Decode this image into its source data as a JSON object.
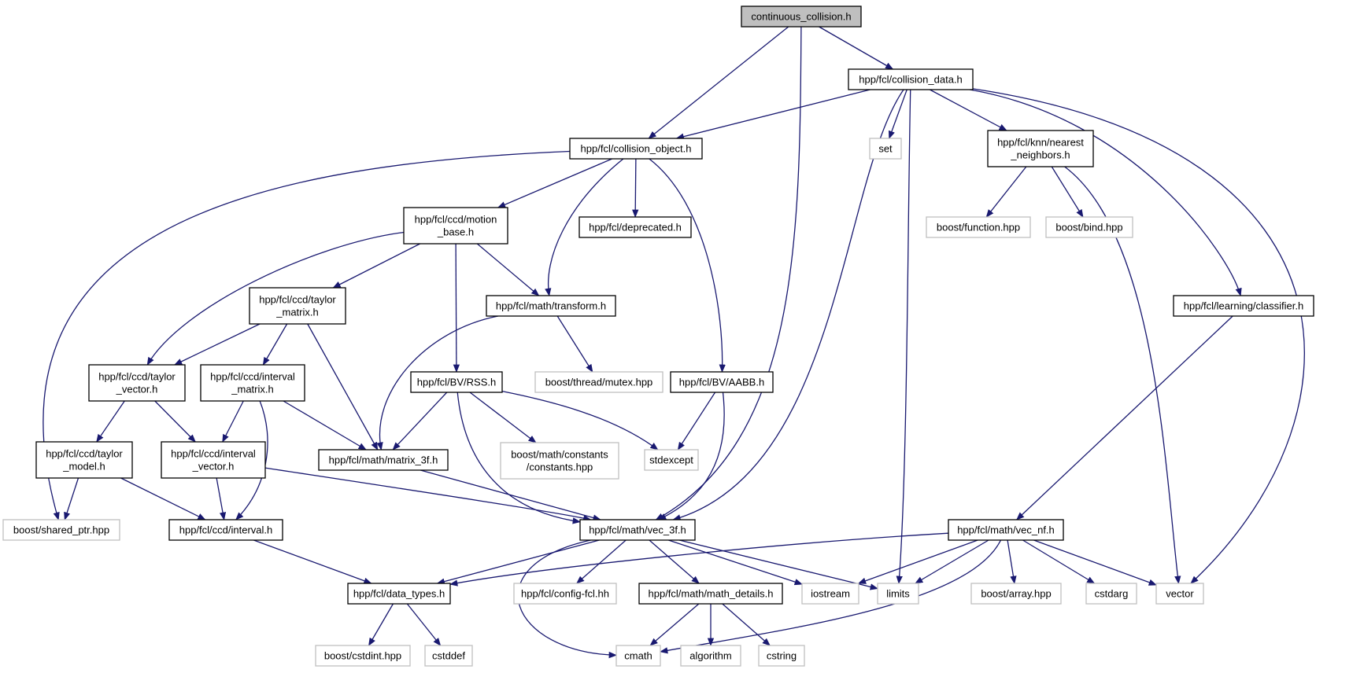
{
  "graph": {
    "edge_color": "#191970",
    "root_fill": "#bfbfbf",
    "external_border": "#bfbfbf",
    "nodes": [
      {
        "id": "root",
        "label": "continuous_collision.h",
        "kind": "root"
      },
      {
        "id": "collision_data",
        "label": "hpp/fcl/collision_data.h",
        "kind": "local"
      },
      {
        "id": "collision_object",
        "label": "hpp/fcl/collision_object.h",
        "kind": "local"
      },
      {
        "id": "set",
        "label": "set",
        "kind": "external"
      },
      {
        "id": "knn",
        "label": "hpp/fcl/knn/nearest\n_neighbors.h",
        "kind": "local"
      },
      {
        "id": "motion_base",
        "label": "hpp/fcl/ccd/motion\n_base.h",
        "kind": "local"
      },
      {
        "id": "deprecated",
        "label": "hpp/fcl/deprecated.h",
        "kind": "local"
      },
      {
        "id": "boost_function",
        "label": "boost/function.hpp",
        "kind": "external"
      },
      {
        "id": "boost_bind",
        "label": "boost/bind.hpp",
        "kind": "external"
      },
      {
        "id": "taylor_matrix",
        "label": "hpp/fcl/ccd/taylor\n_matrix.h",
        "kind": "local"
      },
      {
        "id": "transform",
        "label": "hpp/fcl/math/transform.h",
        "kind": "local"
      },
      {
        "id": "classifier",
        "label": "hpp/fcl/learning/classifier.h",
        "kind": "local"
      },
      {
        "id": "taylor_vector",
        "label": "hpp/fcl/ccd/taylor\n_vector.h",
        "kind": "local"
      },
      {
        "id": "interval_matrix",
        "label": "hpp/fcl/ccd/interval\n_matrix.h",
        "kind": "local"
      },
      {
        "id": "rss",
        "label": "hpp/fcl/BV/RSS.h",
        "kind": "local"
      },
      {
        "id": "mutex",
        "label": "boost/thread/mutex.hpp",
        "kind": "external"
      },
      {
        "id": "aabb",
        "label": "hpp/fcl/BV/AABB.h",
        "kind": "local"
      },
      {
        "id": "taylor_model",
        "label": "hpp/fcl/ccd/taylor\n_model.h",
        "kind": "local"
      },
      {
        "id": "interval_vector",
        "label": "hpp/fcl/ccd/interval\n_vector.h",
        "kind": "local"
      },
      {
        "id": "matrix_3f",
        "label": "hpp/fcl/math/matrix_3f.h",
        "kind": "local"
      },
      {
        "id": "constants",
        "label": "boost/math/constants\n/constants.hpp",
        "kind": "external"
      },
      {
        "id": "stdexcept",
        "label": "stdexcept",
        "kind": "external"
      },
      {
        "id": "shared_ptr",
        "label": "boost/shared_ptr.hpp",
        "kind": "external"
      },
      {
        "id": "interval",
        "label": "hpp/fcl/ccd/interval.h",
        "kind": "local"
      },
      {
        "id": "vec_3f",
        "label": "hpp/fcl/math/vec_3f.h",
        "kind": "local"
      },
      {
        "id": "vec_nf",
        "label": "hpp/fcl/math/vec_nf.h",
        "kind": "local"
      },
      {
        "id": "data_types",
        "label": "hpp/fcl/data_types.h",
        "kind": "local"
      },
      {
        "id": "config_fcl",
        "label": "hpp/fcl/config-fcl.hh",
        "kind": "external"
      },
      {
        "id": "math_details",
        "label": "hpp/fcl/math/math_details.h",
        "kind": "local"
      },
      {
        "id": "iostream",
        "label": "iostream",
        "kind": "external"
      },
      {
        "id": "limits",
        "label": "limits",
        "kind": "external"
      },
      {
        "id": "boost_array",
        "label": "boost/array.hpp",
        "kind": "external"
      },
      {
        "id": "cstdarg",
        "label": "cstdarg",
        "kind": "external"
      },
      {
        "id": "vector",
        "label": "vector",
        "kind": "external"
      },
      {
        "id": "boost_cstdint",
        "label": "boost/cstdint.hpp",
        "kind": "external"
      },
      {
        "id": "cstddef",
        "label": "cstddef",
        "kind": "external"
      },
      {
        "id": "cmath",
        "label": "cmath",
        "kind": "external"
      },
      {
        "id": "algorithm",
        "label": "algorithm",
        "kind": "external"
      },
      {
        "id": "cstring",
        "label": "cstring",
        "kind": "external"
      }
    ],
    "edges": [
      [
        "root",
        "collision_data"
      ],
      [
        "root",
        "collision_object"
      ],
      [
        "root",
        "vec_3f"
      ],
      [
        "collision_data",
        "collision_object"
      ],
      [
        "collision_data",
        "set"
      ],
      [
        "collision_data",
        "knn"
      ],
      [
        "collision_data",
        "vec_3f"
      ],
      [
        "collision_data",
        "limits"
      ],
      [
        "collision_data",
        "classifier"
      ],
      [
        "collision_data",
        "vector"
      ],
      [
        "collision_object",
        "shared_ptr"
      ],
      [
        "collision_object",
        "motion_base"
      ],
      [
        "collision_object",
        "transform"
      ],
      [
        "collision_object",
        "deprecated"
      ],
      [
        "collision_object",
        "aabb"
      ],
      [
        "knn",
        "boost_function"
      ],
      [
        "knn",
        "boost_bind"
      ],
      [
        "knn",
        "vector"
      ],
      [
        "motion_base",
        "taylor_vector"
      ],
      [
        "motion_base",
        "taylor_matrix"
      ],
      [
        "motion_base",
        "rss"
      ],
      [
        "motion_base",
        "transform"
      ],
      [
        "taylor_matrix",
        "taylor_vector"
      ],
      [
        "taylor_matrix",
        "interval_matrix"
      ],
      [
        "taylor_matrix",
        "matrix_3f"
      ],
      [
        "transform",
        "matrix_3f"
      ],
      [
        "transform",
        "mutex"
      ],
      [
        "classifier",
        "vec_nf"
      ],
      [
        "taylor_vector",
        "taylor_model"
      ],
      [
        "taylor_vector",
        "interval_vector"
      ],
      [
        "interval_matrix",
        "interval_vector"
      ],
      [
        "interval_matrix",
        "matrix_3f"
      ],
      [
        "interval_matrix",
        "interval"
      ],
      [
        "rss",
        "matrix_3f"
      ],
      [
        "rss",
        "constants"
      ],
      [
        "rss",
        "stdexcept"
      ],
      [
        "rss",
        "vec_3f"
      ],
      [
        "aabb",
        "stdexcept"
      ],
      [
        "aabb",
        "vec_3f"
      ],
      [
        "taylor_model",
        "shared_ptr"
      ],
      [
        "taylor_model",
        "interval"
      ],
      [
        "interval_vector",
        "interval"
      ],
      [
        "interval_vector",
        "vec_3f"
      ],
      [
        "matrix_3f",
        "vec_3f"
      ],
      [
        "interval",
        "data_types"
      ],
      [
        "vec_3f",
        "data_types"
      ],
      [
        "vec_3f",
        "cmath"
      ],
      [
        "vec_3f",
        "config_fcl"
      ],
      [
        "vec_3f",
        "math_details"
      ],
      [
        "vec_3f",
        "iostream"
      ],
      [
        "vec_3f",
        "limits"
      ],
      [
        "vec_nf",
        "data_types"
      ],
      [
        "vec_nf",
        "iostream"
      ],
      [
        "vec_nf",
        "limits"
      ],
      [
        "vec_nf",
        "cmath"
      ],
      [
        "vec_nf",
        "boost_array"
      ],
      [
        "vec_nf",
        "cstdarg"
      ],
      [
        "vec_nf",
        "vector"
      ],
      [
        "data_types",
        "boost_cstdint"
      ],
      [
        "data_types",
        "cstddef"
      ],
      [
        "math_details",
        "cmath"
      ],
      [
        "math_details",
        "algorithm"
      ],
      [
        "math_details",
        "cstring"
      ]
    ]
  }
}
